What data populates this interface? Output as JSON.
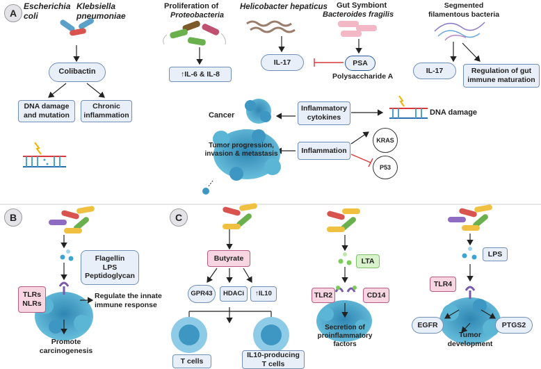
{
  "panels": {
    "a": "A",
    "b": "B",
    "c": "C"
  },
  "a": {
    "ecoli": "Escherichia\ncoli",
    "klebsiella": "Klebsiella\npneumoniae",
    "colibactin": "Colibactin",
    "dna_damage_mutation": "DNA damage\nand mutation",
    "chronic_inflammation": "Chronic\ninflammation",
    "proliferation": "Proliferation of",
    "proteobacteria": "Proteobacteria",
    "il6_il8": "↑IL-6 & IL-8",
    "helicobacter": "Helicobacter hepaticus",
    "il17_a": "IL-17",
    "gut_symbiont": "Gut Symbiont",
    "bacteroides": "Bacteroides fragilis",
    "psa": "PSA",
    "polysaccharide": "Polysaccharide A",
    "segmented": "Segmented\nfilamentous bacteria",
    "il17_b": "IL-17",
    "regulation": "Regulation of gut\nimmune maturation",
    "cancer": "Cancer",
    "inflammatory_cytokines": "Inflammatory\ncytokines",
    "dna_damage": "DNA damage",
    "tumor_progression": "Tumor progression,\ninvasion & metastasis",
    "inflammation": "Inflammation",
    "kras": "KRAS",
    "p53": "P53"
  },
  "b": {
    "flagellin_lps": "Flagellin\nLPS\nPeptidoglycan",
    "tlrs_nlrs": "TLRs\nNLRs",
    "regulate": "Regulate the innate\nimmune response",
    "promote": "Promote\ncarcinogenesis"
  },
  "c": {
    "butyrate": "Butyrate",
    "gpr43": "GPR43",
    "hdaci": "HDACi",
    "il10": "↑IL10",
    "t_cells": "T cells",
    "il10_t_cells": "IL10-producing\nT cells",
    "lta": "LTA",
    "tlr2": "TLR2",
    "cd14": "CD14",
    "secretion": "Secretion of\nproinflammatory\nfactors",
    "lps": "LPS",
    "tlr4": "TLR4",
    "egfr": "EGFR",
    "ptgs2": "PTGS2",
    "tumor_development": "Tumor\ndevelopment"
  },
  "colors": {
    "box_fill": "#e9eff9",
    "box_border": "#6f8fb8",
    "pink_fill": "#f7d6e2",
    "green_fill": "#d8f2cc",
    "tumor": "#4aa6c8",
    "inhibit": "#d9383a"
  }
}
